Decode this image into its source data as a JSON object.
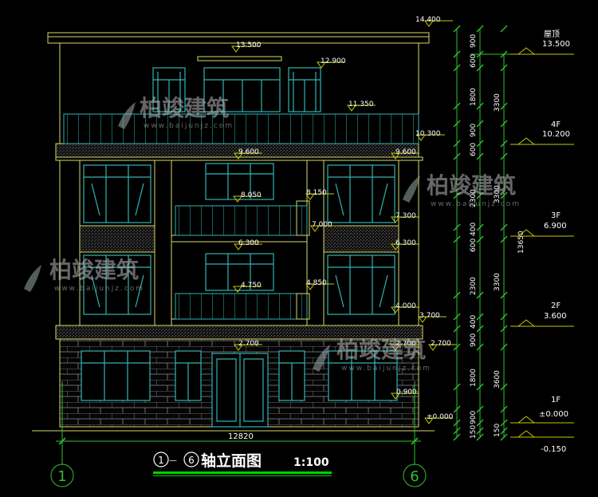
{
  "elevation_labels": {
    "roof_parapet": "14.400",
    "roof_top": "13.500",
    "stair_roof": "12.900",
    "railing_top": "11.350",
    "floor4": "10.300",
    "left_band": "9.600",
    "right_band": "9.600",
    "balcony3_rail": "8.150",
    "balcony3_win": "8.050",
    "balcony3_floor": "7.000",
    "right_7300": "7.300",
    "floor3_band": "6.300",
    "right_6300": "6.300",
    "balcony2_rail": "4.850",
    "balcony2_win": "4.750",
    "right_4000": "4.000",
    "floor2": "3.700",
    "door_top": "2.700",
    "right_2700": "2.700",
    "sill": "0.900",
    "ground": "±0.000"
  },
  "dimensions_inner": [
    "900",
    "600",
    "1800",
    "900",
    "600",
    "2300",
    "600",
    "400",
    "2300",
    "400",
    "900",
    "1800",
    "900",
    "150"
  ],
  "dimensions_middle": [
    "3300",
    "3300",
    "3300",
    "3600",
    "150"
  ],
  "dimension_total": "13650",
  "overall_width": "12820",
  "floors": [
    {
      "name": "屋顶",
      "level": "13.500"
    },
    {
      "name": "4F",
      "level": "10.200"
    },
    {
      "name": "3F",
      "level": "6.900"
    },
    {
      "name": "2F",
      "level": "3.600"
    },
    {
      "name": "1F",
      "level": "±0.000"
    }
  ],
  "basement_level": "-0.150",
  "axes": {
    "left": "1",
    "right": "6"
  },
  "title": {
    "axis_from": "1",
    "dash": "—",
    "axis_to": "6",
    "text": "轴立面图",
    "scale": "1:100"
  },
  "watermark": {
    "name": "柏竣建筑",
    "url": "www.baijunjz.com"
  },
  "colors": {
    "background": "#000000",
    "wall_line": "#d8d86a",
    "window": "#2fb5b5",
    "dim_line": "#30c030",
    "text": "#ffffff",
    "marker": "#c8c800",
    "title_bar": "#00d000"
  }
}
